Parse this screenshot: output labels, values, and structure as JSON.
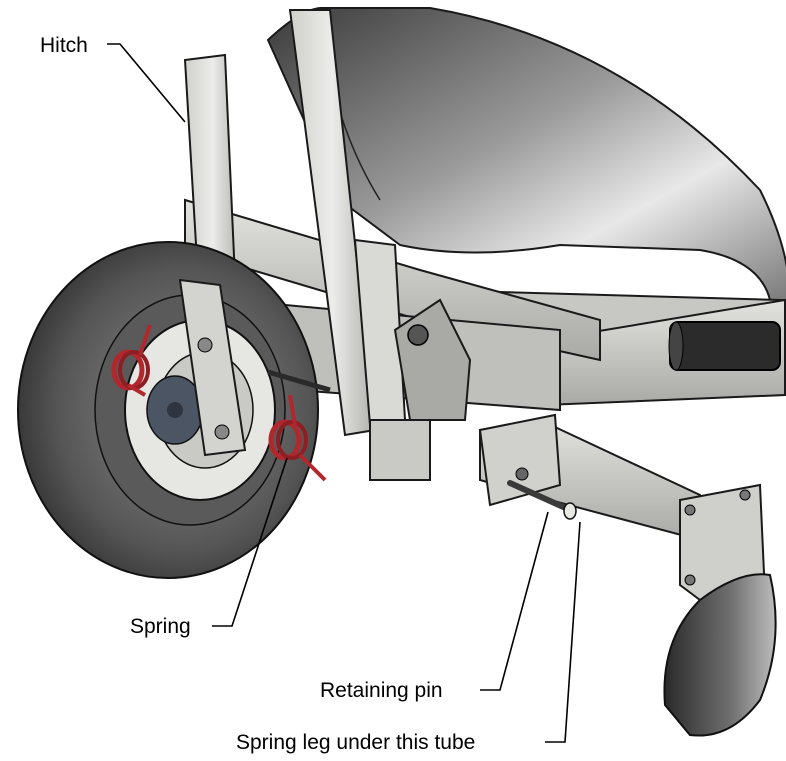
{
  "callouts": {
    "hitch": "Hitch",
    "spring": "Spring",
    "retaining_pin": "Retaining pin",
    "spring_leg": "Spring leg under this tube"
  },
  "colors": {
    "steel_light": "#d9d9d6",
    "steel_mid": "#b8b8b4",
    "steel_dark": "#6f6f6c",
    "tire": "#4a4a4a",
    "spring": "#b0272d",
    "hub": "#4c5563",
    "outline": "#1a1a1a"
  }
}
